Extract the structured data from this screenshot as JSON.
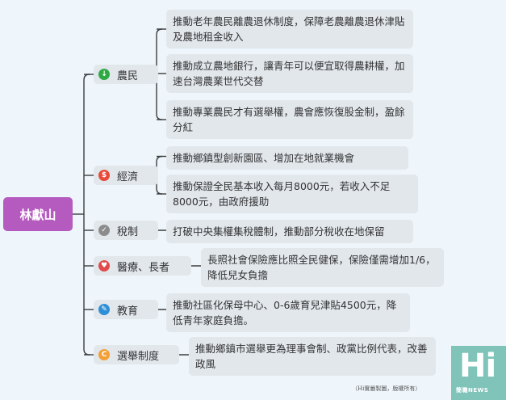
{
  "root": {
    "label": "林獻山",
    "color": "#b55bbf"
  },
  "categories": [
    {
      "label": "農民",
      "icon": "down-arrow-icon",
      "icon_color": "#2eaa44",
      "glyph": "↓",
      "items": [
        "推動老年農民離農退休制度，保障老農離農退休津貼及農地租金收入",
        "推動成立農地銀行，讓青年可以便宜取得農耕權，加速台灣農業世代交替",
        "推動專業農民才有選舉權，農會應恢復股金制，盈餘分紅"
      ]
    },
    {
      "label": "經濟",
      "icon": "dollar-icon",
      "icon_color": "#e84a3a",
      "glyph": "$",
      "items": [
        "推動鄉鎮型創新園區、增加在地就業機會",
        "推動保證全民基本收入每月8000元，若收入不足8000元，由政府援助"
      ]
    },
    {
      "label": "稅制",
      "icon": "check-icon",
      "icon_color": "#8c8c8c",
      "glyph": "✓",
      "items": [
        "打破中央集權集稅體制，推動部分稅收在地保留"
      ]
    },
    {
      "label": "醫療、長者",
      "icon": "heart-icon",
      "icon_color": "#e14b4b",
      "glyph": "♥",
      "items": [
        "長照社會保險應比照全民健保，保險僅需增加1/6，降低兒女負擔"
      ]
    },
    {
      "label": "教育",
      "icon": "pencil-icon",
      "icon_color": "#2e8fd6",
      "glyph": "✎",
      "items": [
        "推動社區化保母中心、0-6歲育兒津貼4500元，降低青年家庭負擔。"
      ]
    },
    {
      "label": "選舉制度",
      "icon": "c-icon",
      "icon_color": "#f2a035",
      "glyph": "C",
      "items": [
        "推動鄉鎮市選舉更為理事會制、政黨比例代表，改善政風"
      ]
    }
  ],
  "footer": {
    "credit": "（Hi實嚴製圖，版權所有）",
    "logo_text": "Hi",
    "logo_brand": "簡嘰NEWS"
  },
  "colors": {
    "line": "#3d3d3d",
    "node_bg": "#e2e7ec",
    "background": "#eef6fb",
    "logo_bg": "#7fc3b9"
  }
}
